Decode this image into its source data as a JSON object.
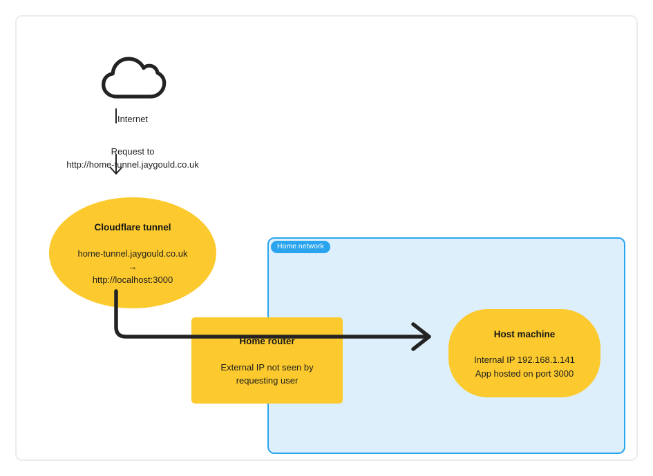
{
  "colors": {
    "yellow": "#fcca2e",
    "ink": "#232323",
    "blue": "#2ba4ef",
    "light_blue": "#dceffb",
    "frame": "#ebebee"
  },
  "internet": {
    "label": "Internet"
  },
  "request": {
    "line1": "Request to",
    "line2": "http://home-tunnel.jaygould.co.uk"
  },
  "cloudflare_tunnel": {
    "title": "Cloudflare tunnel",
    "line1": "home-tunnel.jaygould.co.uk",
    "arrow": "→",
    "line2": "http://localhost:3000"
  },
  "home_router": {
    "title": "Home router",
    "body_line1": "External IP not seen by",
    "body_line2": "requesting user"
  },
  "home_network": {
    "label": "Home network"
  },
  "host_machine": {
    "title": "Host machine",
    "body_line1": "Internal IP 192.168.1.141",
    "body_line2": "App hosted on port 3000"
  }
}
